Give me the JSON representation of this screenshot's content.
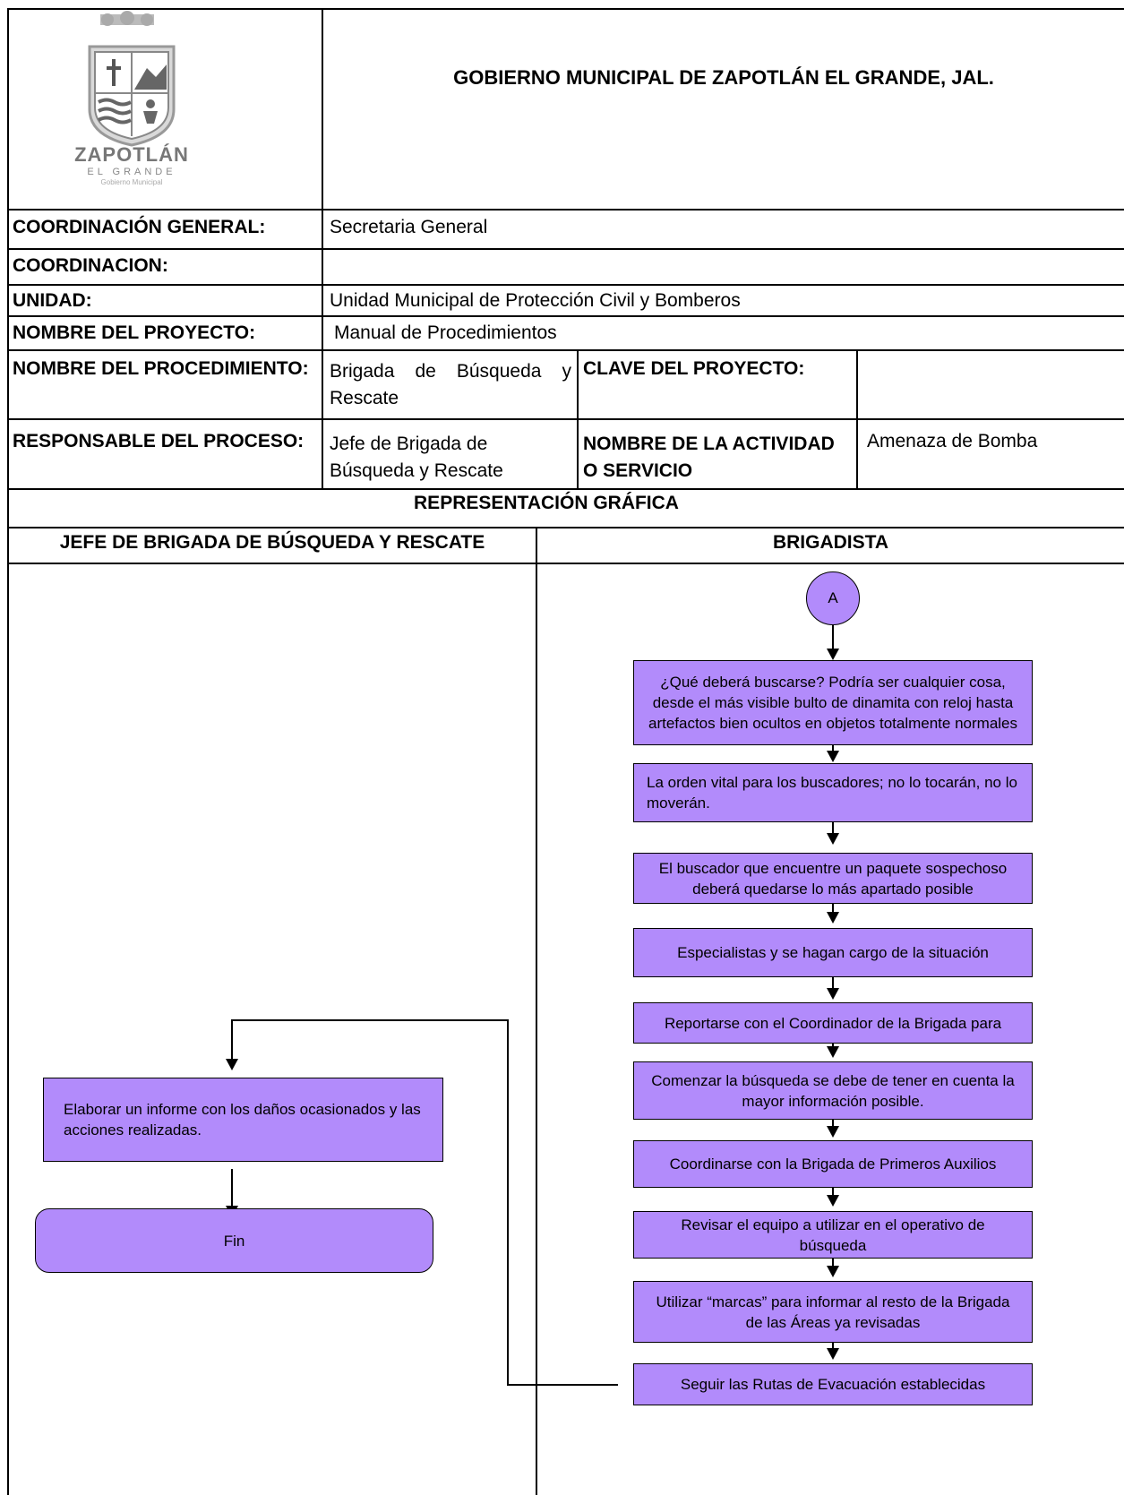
{
  "header": {
    "logo_text": "ZAPOTLÁN",
    "logo_sub": "EL GRANDE",
    "logo_sub2": "Gobierno Municipal",
    "title": "GOBIERNO MUNICIPAL DE ZAPOTLÁN EL GRANDE, JAL."
  },
  "fields": {
    "coord_general_label": "COORDINACIÓN GENERAL:",
    "coord_general_value": "Secretaria General",
    "coordinacion_label": "COORDINACION:",
    "coordinacion_value": "",
    "unidad_label": "UNIDAD:",
    "unidad_value": "Unidad Municipal de Protección Civil y Bomberos",
    "proyecto_label": "NOMBRE DEL PROYECTO:",
    "proyecto_value": "Manual de Procedimientos",
    "procedimiento_label": "NOMBRE DEL PROCEDIMIENTO:",
    "procedimiento_value": "Brigada de Búsqueda y Rescate",
    "clave_label": "CLAVE DEL PROYECTO:",
    "clave_value": "",
    "responsable_label": "RESPONSABLE DEL PROCESO:",
    "responsable_value": "Jefe de Brigada de Búsqueda y Rescate",
    "actividad_label": "NOMBRE DE LA ACTIVIDAD O SERVICIO",
    "actividad_value": "Amenaza de Bomba"
  },
  "graphic": {
    "title": "REPRESENTACIÓN GRÁFICA",
    "lane_left": "JEFE DE BRIGADA DE BÚSQUEDA Y RESCATE",
    "lane_right": "BRIGADISTA"
  },
  "flow": {
    "connector": "A",
    "steps": [
      "¿Qué deberá buscarse? Podría ser cualquier cosa, desde el más visible bulto de dinamita con reloj hasta artefactos bien ocultos en objetos totalmente normales",
      "La orden vital para los buscadores; no lo tocarán, no lo moverán.",
      "El buscador que encuentre un paquete sospechoso deberá quedarse lo más apartado posible",
      "Especialistas y se hagan cargo de la situación",
      "Reportarse con el Coordinador de la Brigada para",
      "Comenzar la búsqueda se debe de tener en cuenta la mayor información posible.",
      "Coordinarse con la Brigada de Primeros Auxilios",
      "Revisar el equipo a utilizar en el operativo de búsqueda",
      "Utilizar “marcas” para informar al resto de la Brigada de las Áreas ya revisadas",
      "Seguir las Rutas de Evacuación establecidas"
    ],
    "left_step": "Elaborar un informe con los daños ocasionados y las acciones realizadas.",
    "end": "Fin"
  }
}
